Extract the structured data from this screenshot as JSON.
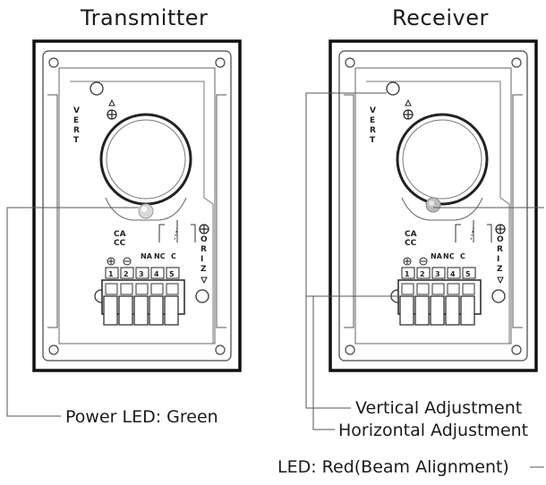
{
  "titles": {
    "transmitter": "Transmitter",
    "receiver": "Receiver"
  },
  "board": {
    "vert_label": [
      "V",
      "E",
      "R",
      "T"
    ],
    "horiz_label": [
      "O",
      "R",
      "I",
      "Z"
    ],
    "ca": "CA",
    "cc": "CC",
    "terminal_numbers": [
      "1",
      "2",
      "3",
      "4",
      "5"
    ],
    "na": "NA",
    "nc": "NC",
    "c": "C"
  },
  "callouts": {
    "power_led": "Power LED: Green",
    "vertical": "Vertical Adjustment",
    "horizontal": "Horizontal Adjustment",
    "led_red": "LED: Red(Beam Alignment)"
  },
  "colors": {
    "frame": "#111111",
    "line": "#555555"
  }
}
